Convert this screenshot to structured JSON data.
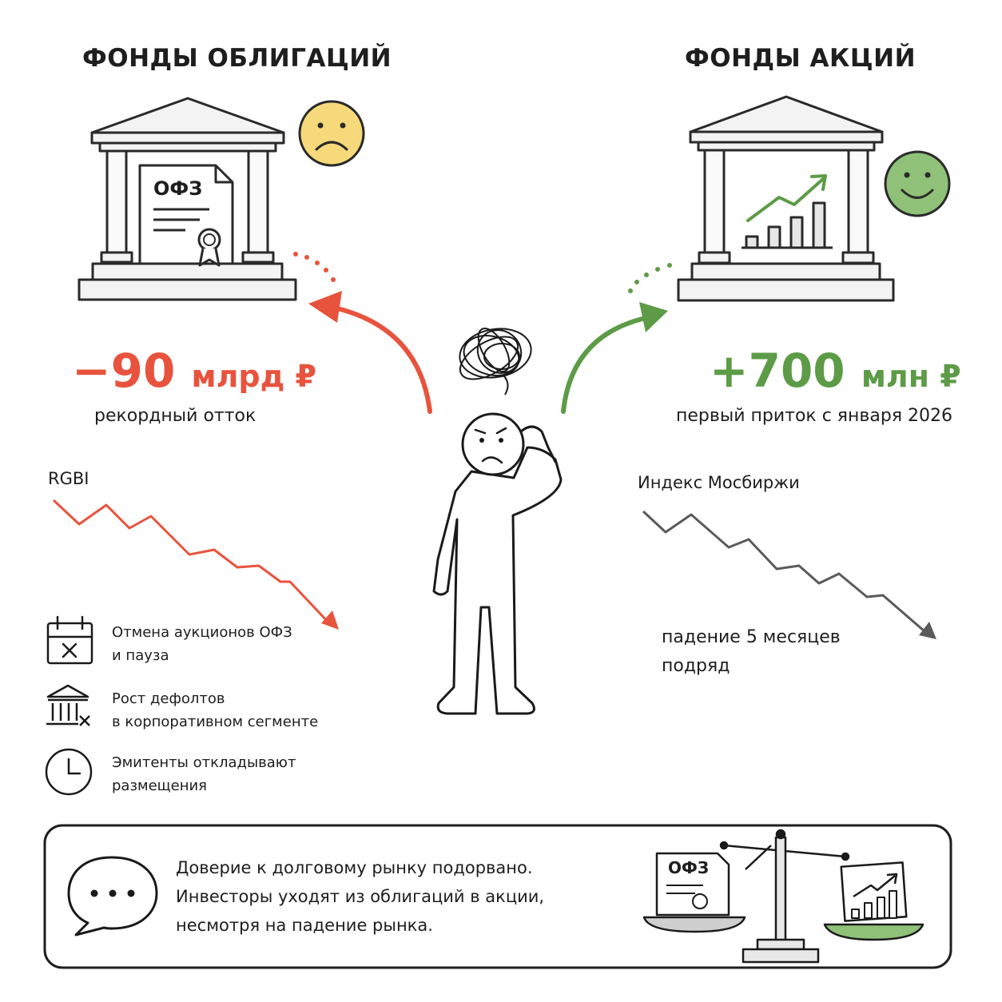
{
  "left": {
    "title": "ФОНДЫ ОБЛИГАЦИЙ",
    "document_label": "ОФЗ",
    "flow_value": "−90",
    "flow_unit": "млрд ₽",
    "flow_caption": "рекордный отток",
    "index_name": "RGBI",
    "mood": "sad-face-icon",
    "color": "#e8533d"
  },
  "right": {
    "title": "ФОНДЫ АКЦИЙ",
    "flow_value": "+700",
    "flow_unit": "млн ₽",
    "flow_caption": "первый приток с января 2026",
    "index_name": "Индекс Мосбиржи",
    "index_caption_line1": "падение 5 месяцев",
    "index_caption_line2": "подряд",
    "mood": "happy-face-icon",
    "color": "#5d9b47"
  },
  "reasons": [
    {
      "icon": "calendar-cancel-icon",
      "line1": "Отмена аукционов ОФЗ",
      "line2": "и пауза"
    },
    {
      "icon": "bank-cross-icon",
      "line1": "Рост дефолтов",
      "line2": "в корпоративном сегменте"
    },
    {
      "icon": "clock-icon",
      "line1": "Эмитенты откладывают",
      "line2": "размещения"
    }
  ],
  "note": {
    "line1": "Доверие к долговому рынку подорвано.",
    "line2": "Инвесторы уходят из облигаций в акции,",
    "line3": "несмотря на падение рынка.",
    "scale_document_label": "ОФЗ"
  }
}
